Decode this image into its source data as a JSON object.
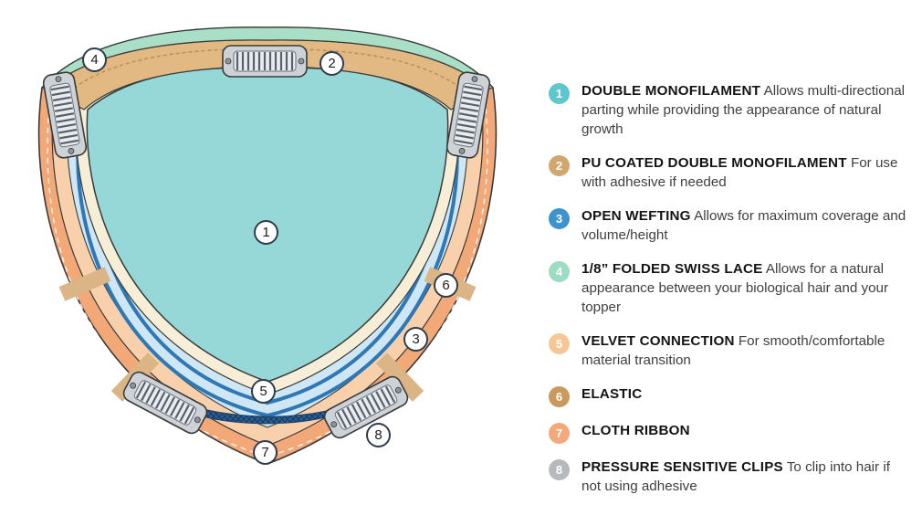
{
  "diagram": {
    "callouts": [
      "4",
      "2",
      "1",
      "6",
      "3",
      "5",
      "8",
      "7"
    ],
    "parts": {
      "monofilament_teal": "#96d8d8",
      "pu_band_tan": "#e2b983",
      "wefting_blue": "#2e78b6",
      "swiss_lace_mint": "#a9dfc7",
      "velvet_cream": "#f7eed8",
      "elastic_tan": "#dcb587",
      "cloth_ribbon_orange": "#f2a877",
      "edge_peach": "#f8d1ac",
      "clip_gray": "#cdd2d6",
      "mesh_navy": "#2d6096"
    }
  },
  "legend": {
    "items": [
      {
        "num": "1",
        "color": "#5ec7cd",
        "title": "DOUBLE MONOFILAMENT",
        "desc": "Allows multi-directional parting while providing the appearance of natural growth"
      },
      {
        "num": "2",
        "color": "#d2a76e",
        "title": "PU COATED DOUBLE MONOFILAMENT",
        "desc": "For use with adhesive if needed"
      },
      {
        "num": "3",
        "color": "#3e93cc",
        "title": "OPEN WEFTING",
        "desc": "Allows for maximum coverage and volume/height"
      },
      {
        "num": "4",
        "color": "#9cdcc2",
        "title": "1/8” FOLDED SWISS LACE",
        "desc": "Allows for a natural appearance between your biological hair and your topper"
      },
      {
        "num": "5",
        "color": "#f6c794",
        "title": "VELVET CONNECTION",
        "desc": "For smooth/comfortable material transition"
      },
      {
        "num": "6",
        "color": "#c9995d",
        "title": "ELASTIC",
        "desc": ""
      },
      {
        "num": "7",
        "color": "#f4a97c",
        "title": "CLOTH RIBBON",
        "desc": ""
      },
      {
        "num": "8",
        "color": "#b7babd",
        "title": "PRESSURE SENSITIVE CLIPS",
        "desc": "To clip into hair if not using adhesive"
      }
    ]
  }
}
